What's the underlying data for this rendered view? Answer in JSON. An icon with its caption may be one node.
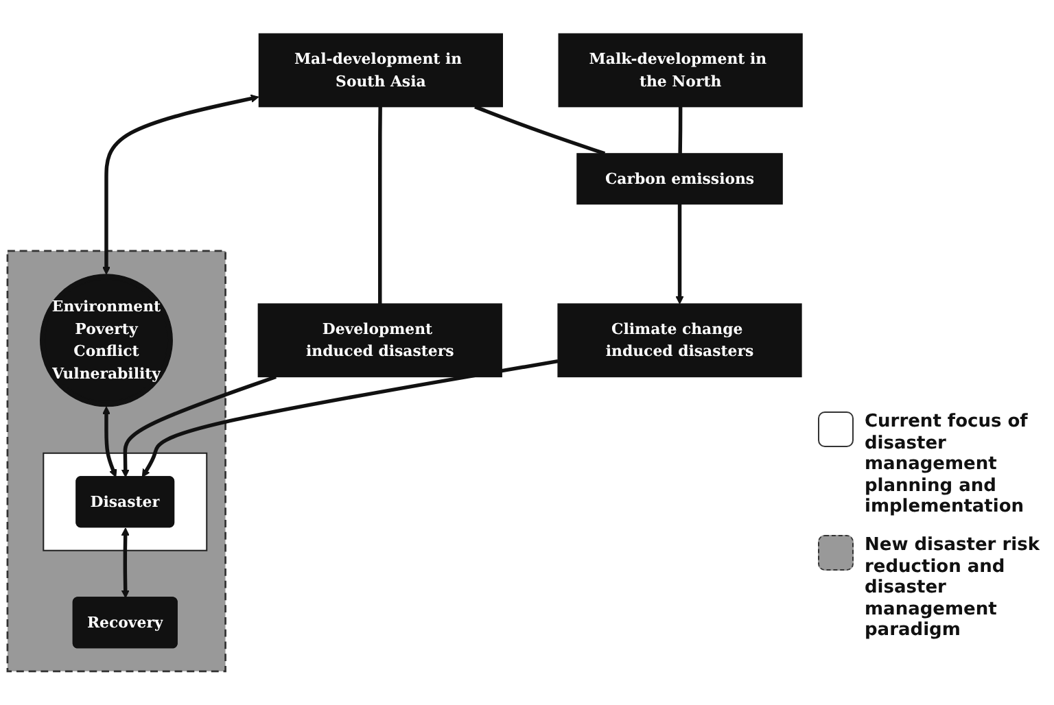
{
  "diagram": {
    "nodes": [
      {
        "text": [],
        "shape": "box"
      },
      {
        "text": [
          "Mal-development in South Asia"
        ]
      },
      {
        "text": [
          "Malk-development in the North"
        ]
      },
      {
        "text": [
          "Development induced disasters"
        ]
      },
      {
        "text": [
          "Carbon emissions"
        ]
      },
      {
        "text": [
          "Environment",
          "Poverty",
          "Conflict",
          "Vulnerability"
        ],
        "in": 0
      },
      {
        "text": [],
        "shape": "box",
        "in": 0
      },
      {
        "text": [
          "Disaster"
        ],
        "in": 6
      },
      {
        "text": [
          "Recovery"
        ],
        "in": 0
      },
      {
        "text": [
          "Climate change induced disasters"
        ]
      }
    ],
    "edges": [
      {
        "from": 1,
        "to": 5,
        "arrow": "both"
      },
      {
        "from": 5,
        "to": 7,
        "arrow": "both"
      },
      {
        "from": 7,
        "to": 8,
        "arrow": "both"
      },
      {
        "from": 1,
        "to": 3,
        "arrow": "none"
      },
      {
        "from": 3,
        "to": 7,
        "arrow": "to"
      },
      {
        "from": 1,
        "to": 4,
        "arrow": "none"
      },
      {
        "from": 2,
        "to": 4,
        "arrow": "none"
      },
      {
        "from": 4,
        "to": 9,
        "arrow": "to"
      },
      {
        "from": 9,
        "to": 7,
        "arrow": "to"
      }
    ],
    "legend": [
      {
        "text": "Current focus of disaster management planning and implementation",
        "color": "#ffffff"
      },
      {
        "text": "New disaster risk reduction and disaster management paradigm",
        "color": "#999999"
      }
    ]
  }
}
